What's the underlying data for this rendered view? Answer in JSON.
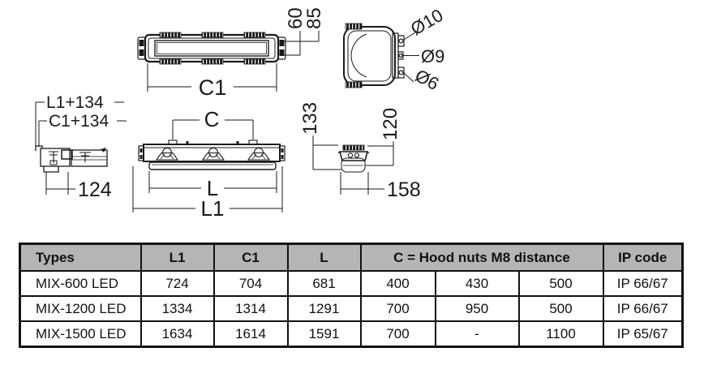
{
  "drawing": {
    "plan_view": {
      "dim_c1": "C1",
      "dim_60": "60",
      "dim_85": "85"
    },
    "end_view_top": {
      "dia_10": "Ø10",
      "dia_9": "Ø9",
      "dia_6": "Ø6"
    },
    "mount_detail": {
      "dim_l1_134": "L1+134",
      "dim_c1_134": "C1+134",
      "dim_124": "124"
    },
    "side_view": {
      "dim_c": "C",
      "dim_l": "L",
      "dim_l1": "L1"
    },
    "end_profile": {
      "dim_133": "133",
      "dim_120": "120",
      "dim_158": "158"
    }
  },
  "table": {
    "headers": {
      "types": "Types",
      "l1": "L1",
      "c1": "C1",
      "l": "L",
      "c_distance": "C = Hood nuts M8 distance",
      "ip_code": "IP code"
    },
    "rows": [
      {
        "type": "MIX-600 LED",
        "l1": "724",
        "c1": "704",
        "l": "681",
        "ca": "400",
        "cb": "430",
        "cc": "500",
        "ip": "IP 66/67"
      },
      {
        "type": "MIX-1200 LED",
        "l1": "1334",
        "c1": "1314",
        "l": "1291",
        "ca": "700",
        "cb": "950",
        "cc": "500",
        "ip": "IP 66/67"
      },
      {
        "type": "MIX-1500 LED",
        "l1": "1634",
        "c1": "1614",
        "l": "1591",
        "ca": "700",
        "cb": "-",
        "cc": "1100",
        "ip": "IP 65/67"
      }
    ]
  },
  "colors": {
    "line": "#1a1a1a",
    "header_bg": "#b5b5b5",
    "border": "#111111"
  }
}
